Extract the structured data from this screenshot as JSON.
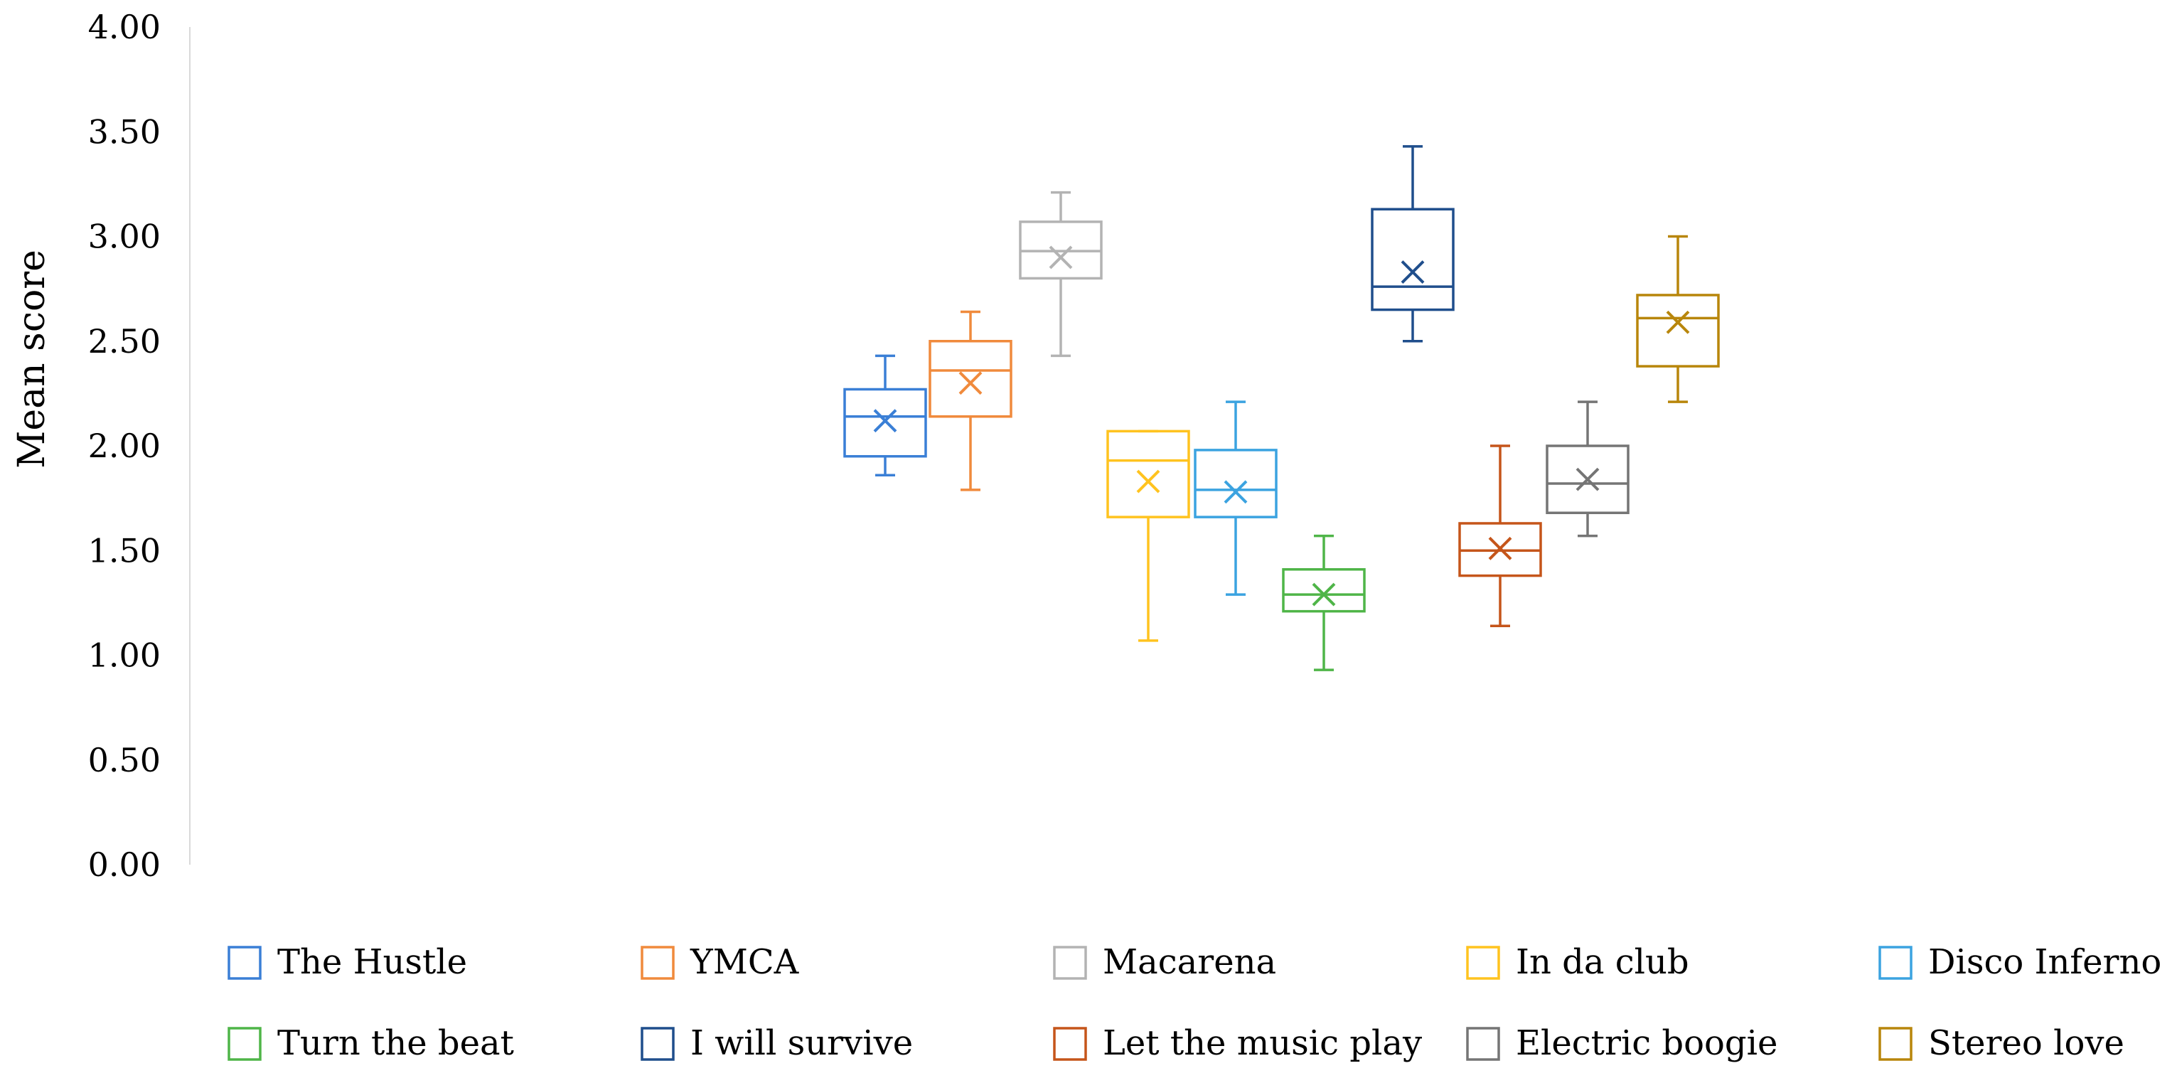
{
  "chart_data": {
    "type": "box",
    "title": "",
    "xlabel": "",
    "ylabel": "Mean score",
    "ylim": [
      0,
      4
    ],
    "y_ticks": [
      "0.00",
      "0.50",
      "1.00",
      "1.50",
      "2.00",
      "2.50",
      "3.00",
      "3.50",
      "4.00"
    ],
    "y_tick_values": [
      0,
      0.5,
      1,
      1.5,
      2,
      2.5,
      3,
      3.5,
      4
    ],
    "grid": false,
    "legend_position": "bottom",
    "series": [
      {
        "name": "The Hustle",
        "color": "#3a7fd6",
        "min": 1.86,
        "q1": 1.95,
        "median": 2.14,
        "q3": 2.27,
        "max": 2.43,
        "mean": 2.12
      },
      {
        "name": "YMCA",
        "color": "#f08a3c",
        "min": 1.79,
        "q1": 2.14,
        "median": 2.36,
        "q3": 2.5,
        "max": 2.64,
        "mean": 2.3
      },
      {
        "name": "Macarena",
        "color": "#b3b3b3",
        "min": 2.43,
        "q1": 2.8,
        "median": 2.93,
        "q3": 3.07,
        "max": 3.21,
        "mean": 2.9
      },
      {
        "name": "In da club",
        "color": "#ffc31f",
        "min": 1.07,
        "q1": 1.66,
        "median": 1.93,
        "q3": 2.07,
        "max": 2.07,
        "mean": 1.83
      },
      {
        "name": "Disco Inferno",
        "color": "#3ba3e0",
        "min": 1.29,
        "q1": 1.66,
        "median": 1.79,
        "q3": 1.98,
        "max": 2.21,
        "mean": 1.78
      },
      {
        "name": "Turn the beat",
        "color": "#4fb548",
        "min": 0.93,
        "q1": 1.21,
        "median": 1.29,
        "q3": 1.41,
        "max": 1.57,
        "mean": 1.29
      },
      {
        "name": "I will survive",
        "color": "#1f4e8c",
        "min": 2.5,
        "q1": 2.65,
        "median": 2.76,
        "q3": 3.13,
        "max": 3.43,
        "mean": 2.83
      },
      {
        "name": "Let the music play",
        "color": "#c5551a",
        "min": 1.14,
        "q1": 1.38,
        "median": 1.5,
        "q3": 1.63,
        "max": 2.0,
        "mean": 1.51
      },
      {
        "name": "Electric boogie",
        "color": "#757575",
        "min": 1.57,
        "q1": 1.68,
        "median": 1.82,
        "q3": 2.0,
        "max": 2.21,
        "mean": 1.84
      },
      {
        "name": "Stereo love",
        "color": "#b8860b",
        "min": 2.21,
        "q1": 2.38,
        "median": 2.61,
        "q3": 2.72,
        "max": 3.0,
        "mean": 2.59
      }
    ]
  }
}
